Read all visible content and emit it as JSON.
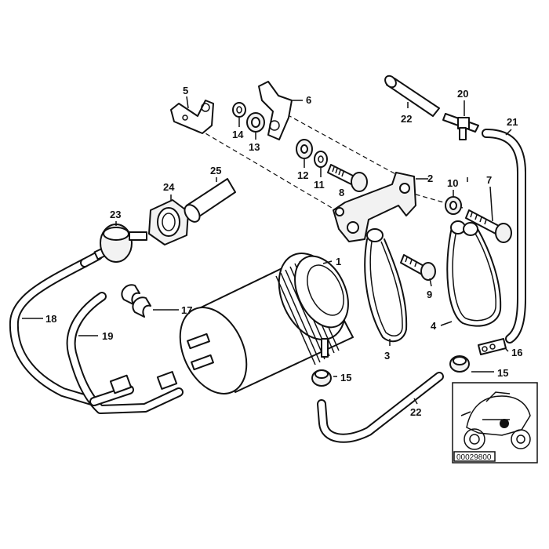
{
  "callouts": {
    "c1": "1",
    "c2": "2",
    "c3": "3",
    "c4": "4",
    "c5": "5",
    "c6": "6",
    "c7": "7",
    "c8": "8",
    "c9": "9",
    "c10": "10",
    "c11": "11",
    "c12": "12",
    "c13": "13",
    "c14": "14",
    "c15a": "15",
    "c15b": "15",
    "c16": "16",
    "c17": "17",
    "c18": "18",
    "c19": "19",
    "c20": "20",
    "c21": "21",
    "c22a": "22",
    "c22b": "22",
    "c23": "23",
    "c24": "24",
    "c25": "25"
  },
  "inset": {
    "reference_number": "00029800"
  },
  "colors": {
    "line": "#111111",
    "background": "#ffffff"
  }
}
